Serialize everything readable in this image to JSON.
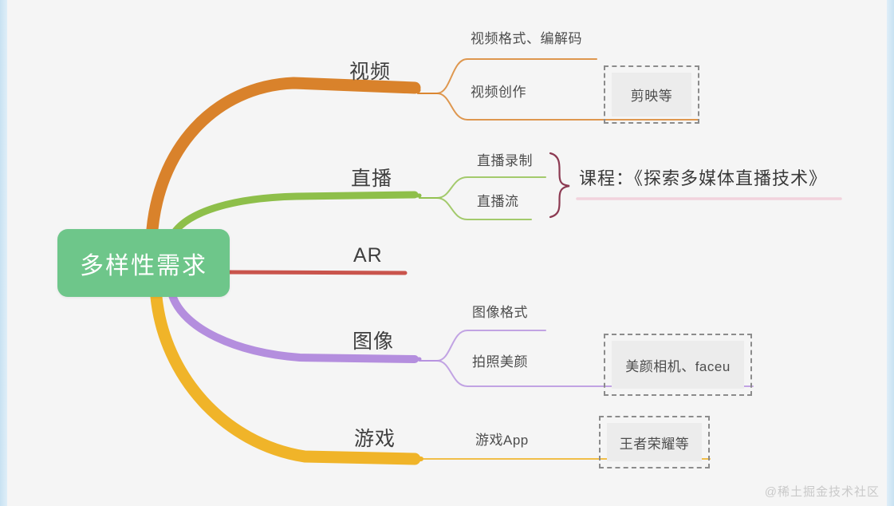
{
  "canvas": {
    "background": "#f5f5f5",
    "rail_color": "#c8e2f2"
  },
  "root": {
    "label": "多样性需求",
    "color": "#6ec68a",
    "text_color": "#ffffff"
  },
  "branches": [
    {
      "id": "video",
      "label": "视频",
      "color": "#d9822b",
      "children": [
        {
          "label": "视频格式、编解码"
        },
        {
          "label": "视频创作",
          "leaf_box": "剪映等"
        }
      ]
    },
    {
      "id": "live",
      "label": "直播",
      "color": "#8ebf4a",
      "children": [
        {
          "label": "直播录制"
        },
        {
          "label": "直播流"
        }
      ],
      "annotation": {
        "brace_color": "#8c3a52",
        "text": "课程：《探索多媒体直播技术》",
        "underline_color": "#f2d3dd"
      }
    },
    {
      "id": "ar",
      "label": "AR",
      "color": "#c9544c",
      "children": []
    },
    {
      "id": "image",
      "label": "图像",
      "color": "#b48ede",
      "children": [
        {
          "label": "图像格式"
        },
        {
          "label": "拍照美颜",
          "leaf_box": "美颜相机、faceu"
        }
      ]
    },
    {
      "id": "game",
      "label": "游戏",
      "color": "#f0b429",
      "children": [
        {
          "label": "游戏App",
          "leaf_box": "王者荣耀等"
        }
      ]
    }
  ],
  "watermark": "@稀土掘金技术社区"
}
